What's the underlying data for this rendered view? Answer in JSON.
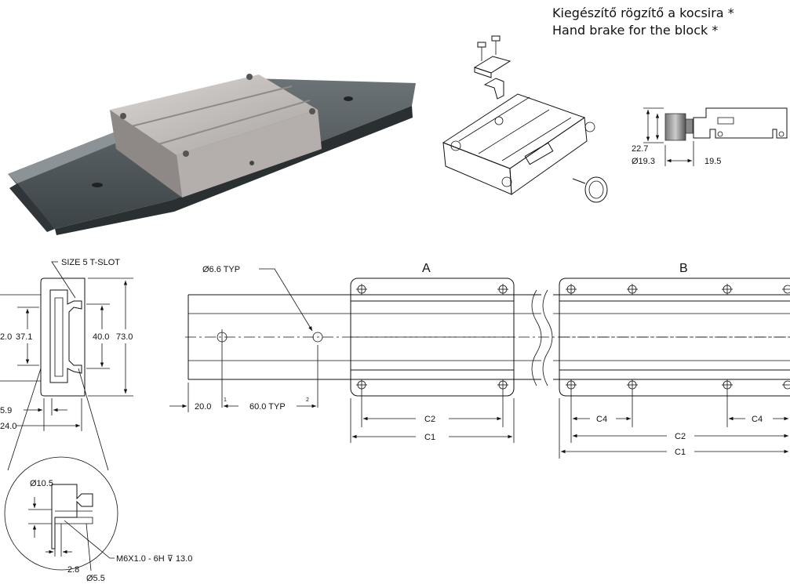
{
  "captions": {
    "hu": "Kiegészítő rögzítő a kocsira *",
    "en": "Hand brake for the block *"
  },
  "brake_dims": {
    "h": "22.7",
    "dia": "Ø19.3",
    "len": "19.5"
  },
  "section_dims": {
    "tslot": "SIZE 5 T-SLOT",
    "d1": "2.0",
    "d2": "37.1",
    "d3": "40.0",
    "d4": "73.0",
    "d5": "5.9",
    "d6": "24.0"
  },
  "detail_dims": {
    "a": "Ø10.5",
    "b": "2.8",
    "c": "Ø5.5",
    "thread": "M6X1.0 - 6H ⊽ 13.0"
  },
  "rail_dims": {
    "hole": "Ø6.6 TYP",
    "off": "20.0",
    "pitch": "60.0 TYP",
    "n1": "1",
    "n2": "2",
    "label_a": "A",
    "label_b": "B",
    "c1": "C1",
    "c2": "C2",
    "c4": "C4"
  }
}
